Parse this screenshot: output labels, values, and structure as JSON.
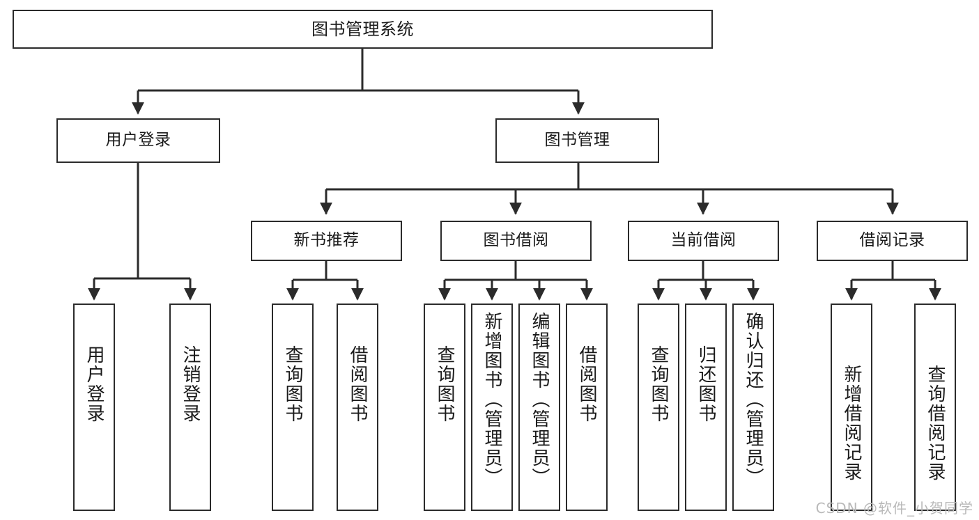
{
  "diagram": {
    "title": "图书管理系统",
    "type": "tree-hierarchy",
    "root": {
      "label": "图书管理系统"
    },
    "level2": [
      {
        "id": "user-login",
        "label": "用户登录"
      },
      {
        "id": "book-manage",
        "label": "图书管理"
      }
    ],
    "level3": [
      {
        "id": "new-book-recommend",
        "label": "新书推荐",
        "parent": "book-manage"
      },
      {
        "id": "book-borrow",
        "label": "图书借阅",
        "parent": "book-manage"
      },
      {
        "id": "current-borrow",
        "label": "当前借阅",
        "parent": "book-manage"
      },
      {
        "id": "borrow-record",
        "label": "借阅记录",
        "parent": "book-manage"
      }
    ],
    "leaves": {
      "user_login": [
        {
          "id": "leaf-user-login",
          "label": "用户登录"
        },
        {
          "id": "leaf-logout-login",
          "label": "注销登录"
        }
      ],
      "new_book_recommend": [
        {
          "id": "leaf-query-book-1",
          "label": "查询图书"
        },
        {
          "id": "leaf-borrow-book-1",
          "label": "借阅图书"
        }
      ],
      "book_borrow": [
        {
          "id": "leaf-query-book-2",
          "label": "查询图书"
        },
        {
          "id": "leaf-add-book",
          "label": "新增图书（管理员）"
        },
        {
          "id": "leaf-edit-book",
          "label": "编辑图书（管理员）"
        },
        {
          "id": "leaf-borrow-book-2",
          "label": "借阅图书"
        }
      ],
      "current_borrow": [
        {
          "id": "leaf-query-book-3",
          "label": "查询图书"
        },
        {
          "id": "leaf-return-book",
          "label": "归还图书"
        },
        {
          "id": "leaf-confirm-return",
          "label": "确认归还（管理员）"
        }
      ],
      "borrow_record": [
        {
          "id": "leaf-add-record",
          "label": "新增借阅记录"
        },
        {
          "id": "leaf-query-record",
          "label": "查询借阅记录"
        }
      ]
    },
    "colors": {
      "stroke": "#2b2b2b",
      "fill": "#ffffff",
      "text": "#1a1a1a",
      "watermark": "#b9b9b9"
    }
  },
  "watermark": {
    "text": "CSDN @软件_小贺同学"
  }
}
